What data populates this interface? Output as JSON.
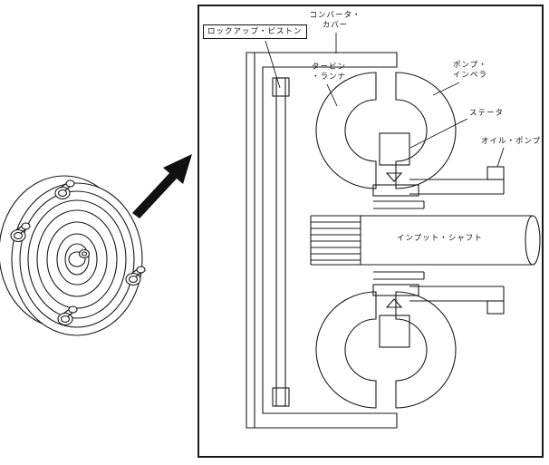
{
  "diagram": {
    "type": "torque-converter-cutaway-figure",
    "labels": {
      "lockup_piston": "ロックアップ・ピストン",
      "converter_cover": [
        "コンバータ・",
        "カバー"
      ],
      "turbine_runner": [
        "タービン",
        "・ランナ"
      ],
      "pump_impeller": [
        "ポンプ・",
        "インペラ"
      ],
      "stator": "ステータ",
      "oil_pump": "オイル・ポンプ",
      "input_shaft": "インプット・シャフト"
    },
    "colors": {
      "line": "#1a1a1a",
      "background": "#ffffff"
    }
  }
}
